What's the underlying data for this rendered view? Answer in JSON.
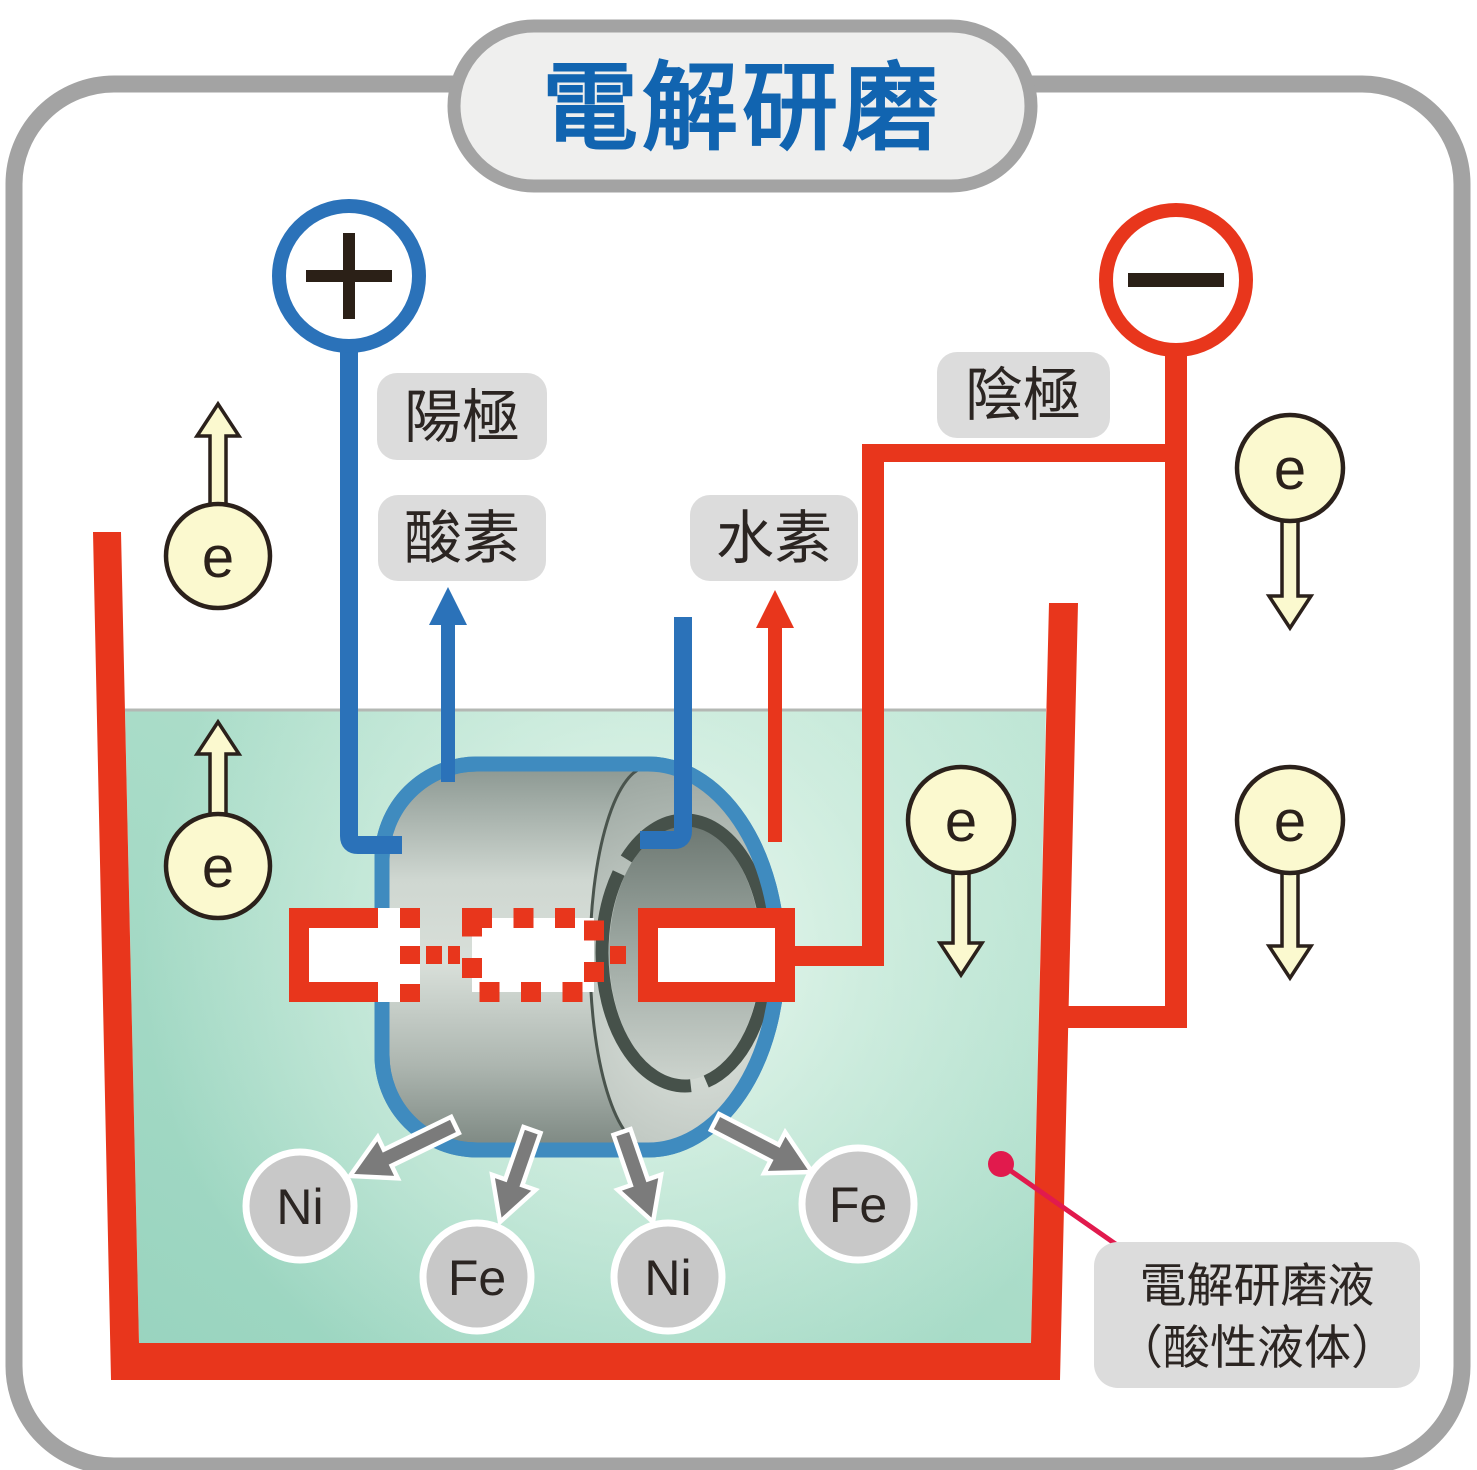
{
  "title": "電解研磨",
  "terminals": {
    "plus_symbol": "+",
    "minus_symbol": "−"
  },
  "labels": {
    "anode": "陽極",
    "oxygen": "酸素",
    "hydrogen": "水素",
    "cathode": "陰極",
    "electrolyte_line1": "電解研磨液",
    "electrolyte_line2": "（酸性液体）"
  },
  "electron_symbol": "e",
  "particles": [
    "Ni",
    "Fe",
    "Ni",
    "Fe"
  ],
  "colors": {
    "title_blue": "#1164b0",
    "wire_blue": "#2b72b9",
    "cylinder_outline_blue": "#3f8bbf",
    "electrode_red": "#e8361c",
    "callout_crimson": "#e11a4d",
    "liquid_green": "#a7dbc6",
    "electron_yellow": "#fbf9cf",
    "label_box_gray": "#dcdcdc",
    "frame_gray": "#a3a3a3",
    "particle_gray": "#c8c8c8",
    "dissolve_arrow_gray": "#7b7b7b"
  }
}
